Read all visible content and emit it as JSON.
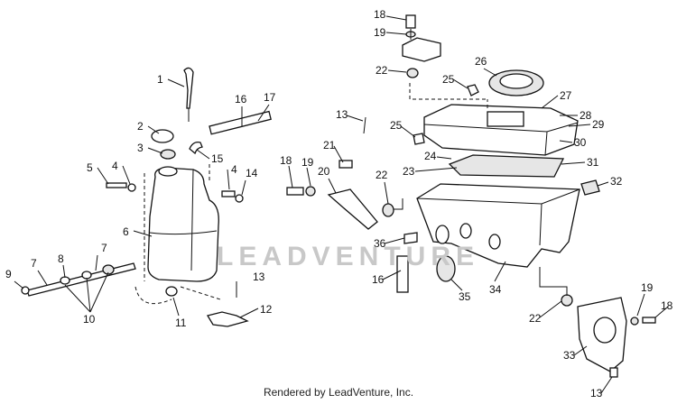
{
  "diagram": {
    "callouts": {
      "c1": "1",
      "c2": "2",
      "c3": "3",
      "c4a": "4",
      "c4b": "4",
      "c5": "5",
      "c6": "6",
      "c7a": "7",
      "c7b": "7",
      "c8": "8",
      "c9": "9",
      "c10": "10",
      "c11": "11",
      "c12": "12",
      "c13a": "13",
      "c13b": "13",
      "c13c": "13",
      "c14": "14",
      "c15": "15",
      "c16a": "16",
      "c16b": "16",
      "c17": "17",
      "c18a": "18",
      "c18b": "18",
      "c18c": "18",
      "c19a": "19",
      "c19b": "19",
      "c19c": "19",
      "c20": "20",
      "c21": "21",
      "c22a": "22",
      "c22b": "22",
      "c22c": "22",
      "c23": "23",
      "c24": "24",
      "c25a": "25",
      "c25b": "25",
      "c26": "26",
      "c27": "27",
      "c28": "28",
      "c29": "29",
      "c30": "30",
      "c31": "31",
      "c32": "32",
      "c33": "33",
      "c34": "34",
      "c35": "35",
      "c36": "36"
    }
  },
  "watermark": "LEADVENTURE",
  "footer": "Rendered by LeadVenture, Inc."
}
